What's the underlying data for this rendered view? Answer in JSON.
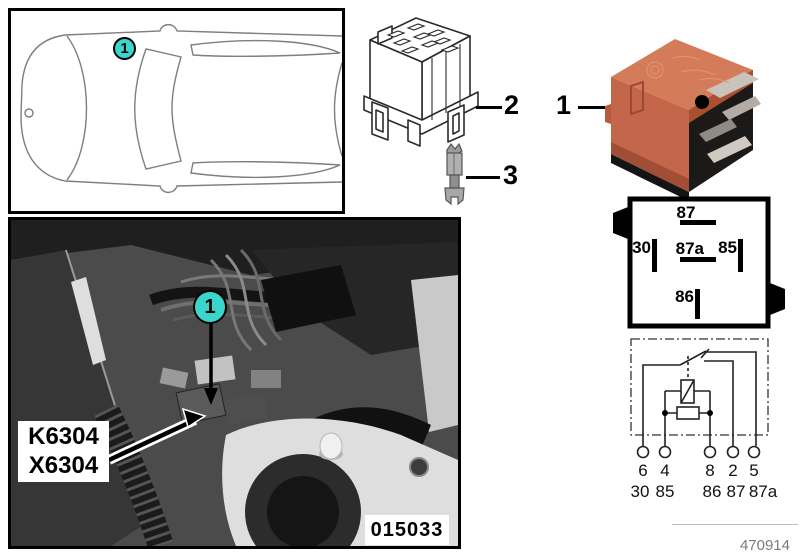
{
  "colors": {
    "marker_cyan": "#3bd6cb",
    "relay_orange": "#c3664a",
    "doc_gray": "#7c7c7c"
  },
  "callouts": {
    "one": "1",
    "two": "2",
    "three": "3"
  },
  "car_view": {
    "marker": "1"
  },
  "photo": {
    "marker": "1",
    "component_code": "K6304",
    "connector_code": "X6304",
    "image_number": "015033"
  },
  "pin_box": {
    "p87": "87",
    "p30": "30",
    "p87a": "87a",
    "p85": "85",
    "p86": "86"
  },
  "schematic": {
    "terminals": [
      "6",
      "4",
      "8",
      "2",
      "5"
    ],
    "pin_names": [
      "30",
      "85",
      "86",
      "87",
      "87a"
    ]
  },
  "doc_number": "470914"
}
